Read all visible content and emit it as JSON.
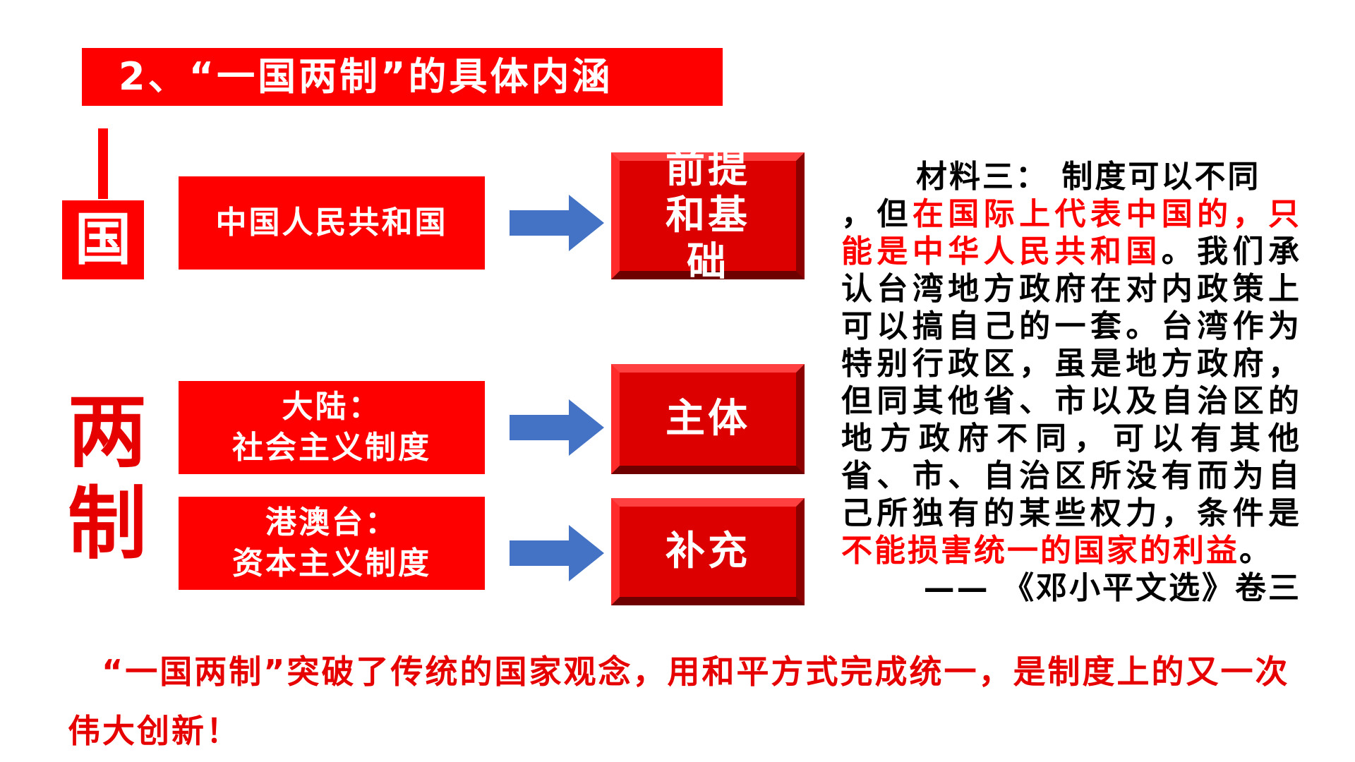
{
  "title": "2、“一国两制”的具体内涵",
  "left_labels": {
    "yiguo": "一",
    "guo": "国",
    "liangzhi": "两制"
  },
  "rows": [
    {
      "left_text": "中国人民共和国",
      "right_text": "前提和基础"
    },
    {
      "left_line1": "大陆：",
      "left_line2": "社会主义制度",
      "right_text": "主体"
    },
    {
      "left_line1": "港澳台：",
      "left_line2": "资本主义制度",
      "right_text": "补充"
    }
  ],
  "material": {
    "heading": "材料三： 制度可以不同",
    "p1": "，但",
    "p1_red": "在国际上代表中国的，只能是中华人民共和国",
    "p2": "。我们承认台湾地方政府在对内政策上可以搞自己的一套。台湾作为特别行政区，虽是地方政府，但同其他省、市以及自治区的地方政府不同，可以有其他省、市、自治区所没有而为自己所独有的某些权力，条件是",
    "p2_red": "不能损害统一的国家的利益",
    "p3": "。",
    "source": "—— 《邓小平文选》卷三"
  },
  "footer": "“一国两制”突破了传统的国家观念，用和平方式完成统一，是制度上的又一次伟大创新！",
  "colors": {
    "red": "#ff0000",
    "arrow_blue": "#4472c4"
  }
}
